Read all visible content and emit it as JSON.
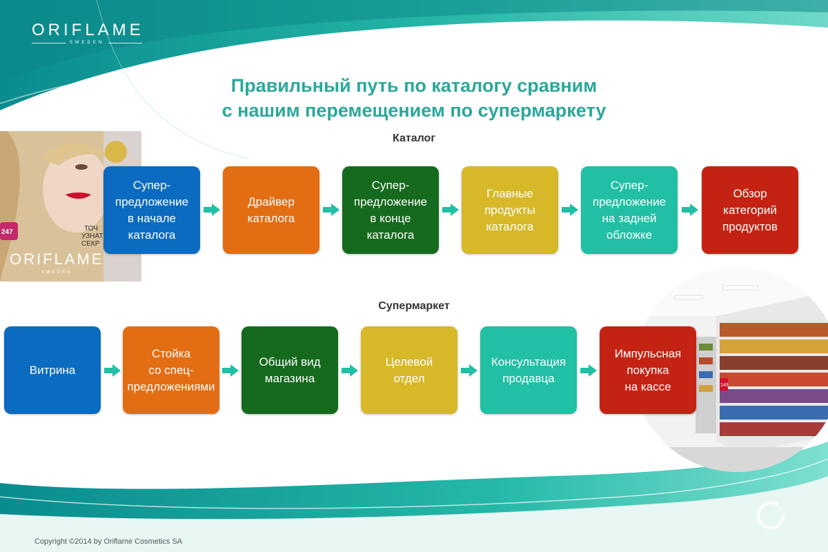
{
  "brand": {
    "logo_word": "ORIFLAME",
    "logo_sub": "SWEDEN"
  },
  "title": {
    "line1": "Правильный путь по каталогу сравним",
    "line2": "с нашим перемещением по супермаркету"
  },
  "catalog": {
    "label": "Каталог",
    "steps": [
      {
        "lines": [
          "Супер-",
          "предложение",
          "в начале",
          "каталога"
        ],
        "color": "#0b6bc0"
      },
      {
        "lines": [
          "Драйвер",
          "каталога"
        ],
        "color": "#e36d12"
      },
      {
        "lines": [
          "Супер-",
          "предложение",
          "в конце",
          "каталога"
        ],
        "color": "#166a1e"
      },
      {
        "lines": [
          "Главные",
          "продукты",
          "каталога"
        ],
        "color": "#d6b828"
      },
      {
        "lines": [
          "Супер-",
          "предложение",
          "на задней",
          "обложке"
        ],
        "color": "#21bfa4"
      },
      {
        "lines": [
          "Обзор",
          "категорий",
          "продуктов"
        ],
        "color": "#c42313"
      }
    ]
  },
  "supermarket": {
    "label": "Супермаркет",
    "steps": [
      {
        "lines": [
          "Витрина"
        ],
        "color": "#0b6bc0"
      },
      {
        "lines": [
          "Стойка",
          "со спец-",
          "предложениями"
        ],
        "color": "#e36d12"
      },
      {
        "lines": [
          "Общий вид",
          "магазина"
        ],
        "color": "#166a1e"
      },
      {
        "lines": [
          "Целевой",
          "отдел"
        ],
        "color": "#d6b828"
      },
      {
        "lines": [
          "Консультация",
          "продавца"
        ],
        "color": "#21bfa4"
      },
      {
        "lines": [
          "Импульсная",
          "покупка",
          "на кассе"
        ],
        "color": "#c42313"
      }
    ]
  },
  "cover": {
    "brand": "ORIFLAME",
    "sub": "SWEDEN",
    "badge": "247",
    "text1": "ТОЧ",
    "text2": "УЗНАТЬ",
    "text3": "СЕКР"
  },
  "market_photo": {
    "price_tag": "145"
  },
  "footer": {
    "copyright": "Copyright ©2014 by Oriflame Cosmetics SA"
  },
  "colors": {
    "title": "#2aa89b",
    "arrow": "#21bfa4",
    "teal_dark": "#0e8f8a",
    "teal_light": "#5fd0c5"
  }
}
